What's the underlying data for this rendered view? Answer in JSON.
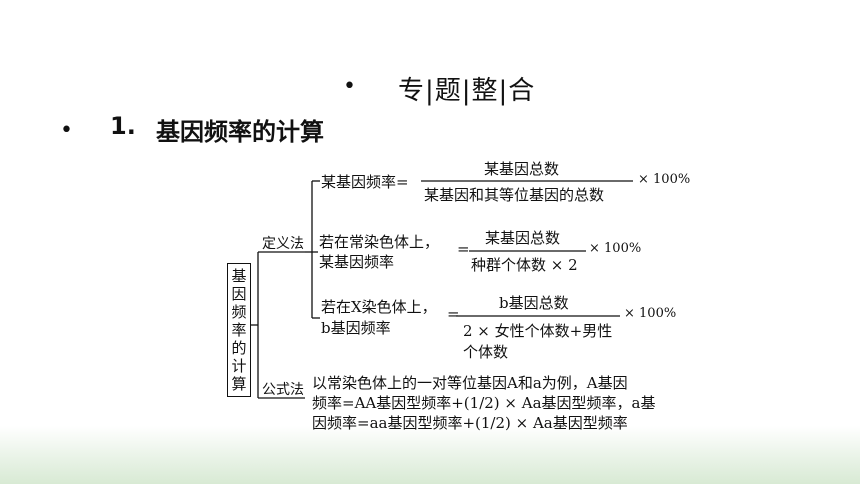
{
  "slide": {
    "title": "专|题|整|合",
    "heading_number": "1.",
    "heading_text": "基因频率的计算"
  },
  "diagram": {
    "root_chars": [
      "基",
      "因",
      "频",
      "率",
      "的",
      "计",
      "算"
    ],
    "definition_branch": "定义法",
    "formula_branch": "公式法",
    "def1": {
      "label": "某基因频率=",
      "numerator": "某基因总数",
      "denominator": "某基因和其等位基因的总数",
      "factor": "× 100%"
    },
    "def2": {
      "label_line1": "若在常染色体上，",
      "label_line2": "某基因频率",
      "eq": "=",
      "numerator": "某基因总数",
      "denominator": "种群个体数 × 2",
      "factor": "× 100%"
    },
    "def3": {
      "label_line1": "若在X染色体上，",
      "label_line2": "b基因频率",
      "eq": "=",
      "numerator": "b基因总数",
      "denominator_line1": "2 × 女性个体数+男性",
      "denominator_line2": "个体数",
      "factor": "× 100%"
    },
    "formula_text": {
      "line1": "以常染色体上的一对等位基因A和a为例，A基因",
      "line2": "频率=AA基因型频率+(1/2) × Aa基因型频率，a基",
      "line3": "因频率=aa基因型频率+(1/2) × Aa基因型频率"
    }
  }
}
